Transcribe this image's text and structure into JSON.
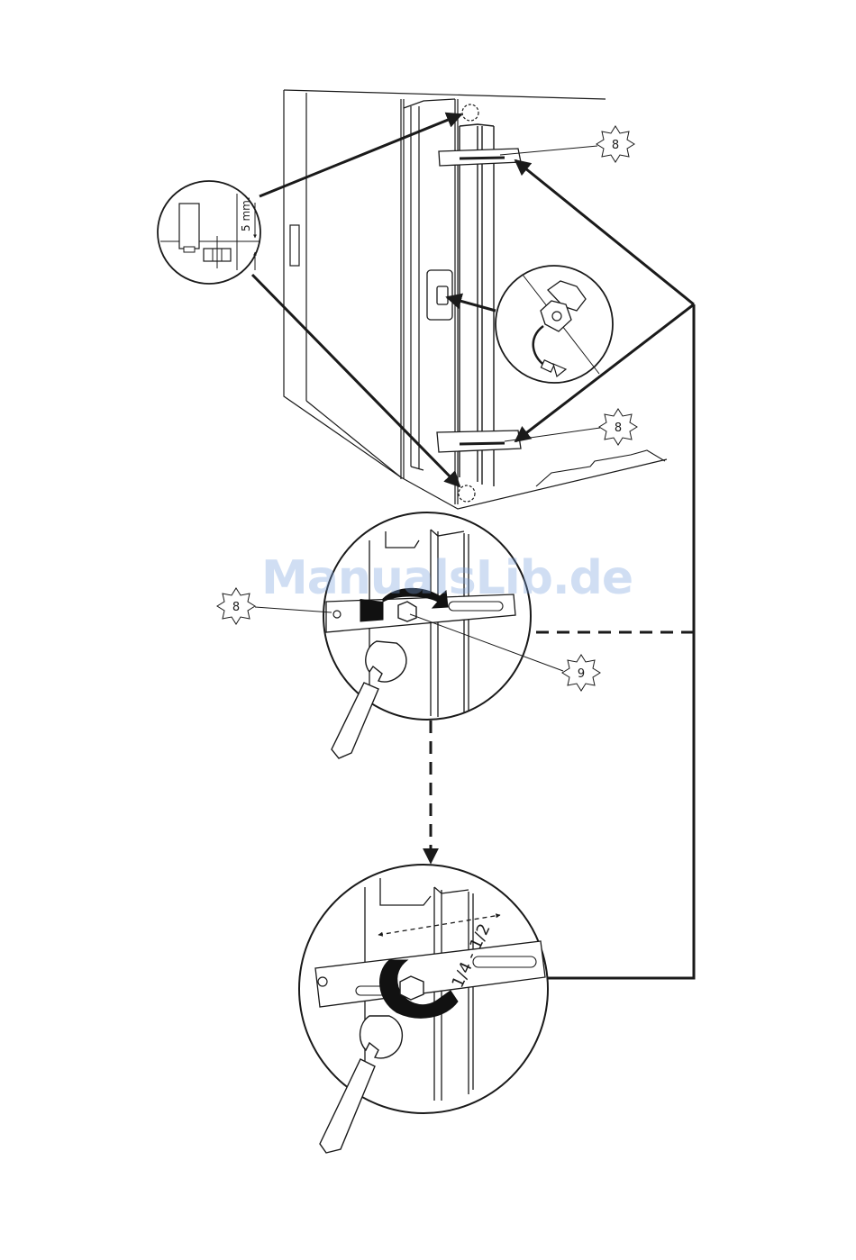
{
  "callouts": {
    "bracket_top": "8",
    "bracket_bottom": "8",
    "bracket_detail": "8",
    "bolt_detail": "9"
  },
  "measurements": {
    "clearance": "5 mm.",
    "turn_amount": "1/4 - 1/2"
  },
  "watermark": "ManualsLib.de",
  "colors": {
    "line": "#1a1a1a",
    "background": "#ffffff",
    "watermark": "#7aa0dc"
  }
}
